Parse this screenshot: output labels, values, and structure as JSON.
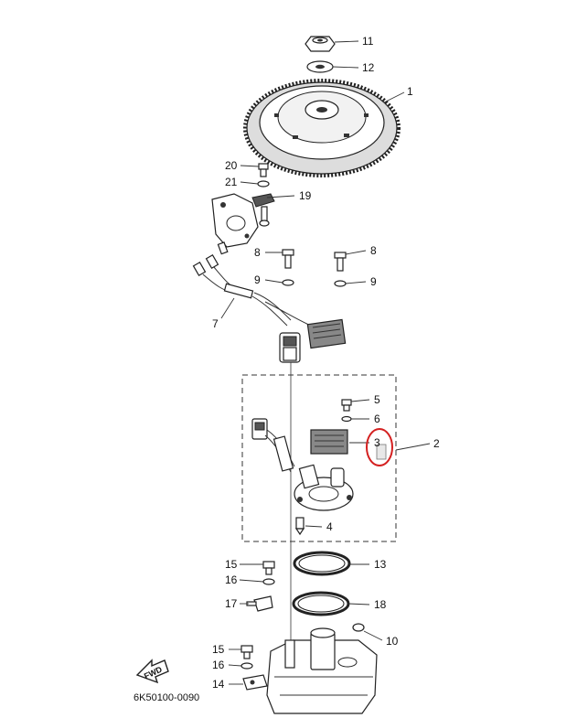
{
  "diagram": {
    "code": "6K50100-0090",
    "fwd_label": "FWD",
    "highlight_color": "#d42020",
    "callouts": [
      {
        "id": "c1",
        "label": "1"
      },
      {
        "id": "c2",
        "label": "2"
      },
      {
        "id": "c3",
        "label": "3"
      },
      {
        "id": "c4",
        "label": "4"
      },
      {
        "id": "c5",
        "label": "5"
      },
      {
        "id": "c6",
        "label": "6"
      },
      {
        "id": "c7",
        "label": "7"
      },
      {
        "id": "c8a",
        "label": "8"
      },
      {
        "id": "c8b",
        "label": "8"
      },
      {
        "id": "c9a",
        "label": "9"
      },
      {
        "id": "c9b",
        "label": "9"
      },
      {
        "id": "c10",
        "label": "10"
      },
      {
        "id": "c11",
        "label": "11"
      },
      {
        "id": "c12",
        "label": "12"
      },
      {
        "id": "c13",
        "label": "13"
      },
      {
        "id": "c14",
        "label": "14"
      },
      {
        "id": "c15a",
        "label": "15"
      },
      {
        "id": "c15b",
        "label": "15"
      },
      {
        "id": "c16a",
        "label": "16"
      },
      {
        "id": "c16b",
        "label": "16"
      },
      {
        "id": "c17",
        "label": "17"
      },
      {
        "id": "c18",
        "label": "18"
      },
      {
        "id": "c19",
        "label": "19"
      },
      {
        "id": "c20",
        "label": "20"
      },
      {
        "id": "c21",
        "label": "21"
      }
    ]
  }
}
